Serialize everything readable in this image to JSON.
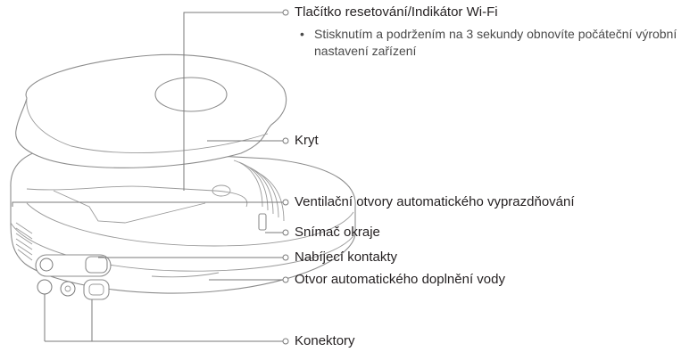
{
  "callouts": {
    "reset_button": {
      "title": "Tlačítko resetování/Indikátor Wi-Fi",
      "bullet": "Stisknutím a podržením na 3 sekundy obnovíte počáteční výrobní nastavení zařízení"
    },
    "cover": "Kryt",
    "auto_empty_vents": "Ventilační otvory automatického vyprazdňování",
    "edge_sensor": "Snímač okraje",
    "charging_contacts": "Nabíjecí kontakty",
    "auto_water_refill": "Otvor automatického doplnění vody",
    "connectors": "Konektory"
  },
  "bullet_symbol": "•",
  "colors": {
    "line": "#7a7a7a",
    "device_outline": "#8c8c8c",
    "text": "#231f20"
  }
}
